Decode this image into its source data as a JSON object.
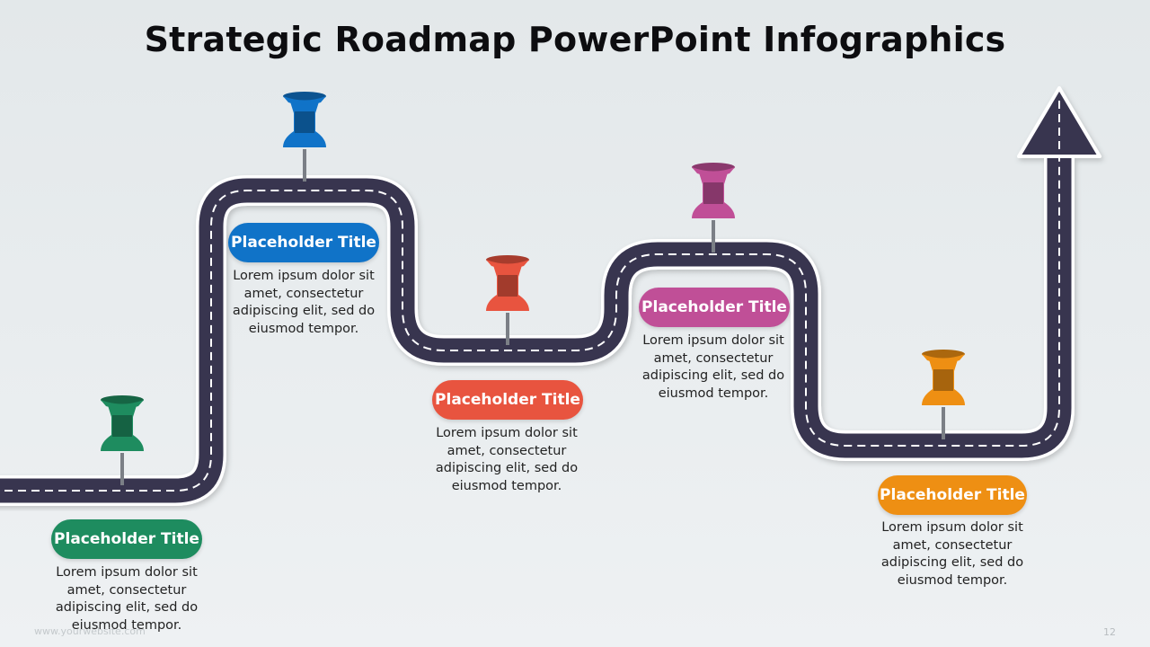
{
  "title": "Strategic Roadmap PowerPoint Infographics",
  "milestones": [
    {
      "title": "Placeholder Title",
      "text": "Lorem ipsum dolor sit amet, consectetur adipiscing elit, sed do eiusmod tempor.",
      "color": "#1e8c5f"
    },
    {
      "title": "Placeholder Title",
      "text": "Lorem ipsum dolor sit amet, consectetur adipiscing elit, sed do eiusmod tempor.",
      "color": "#1073c8"
    },
    {
      "title": "Placeholder Title",
      "text": "Lorem ipsum dolor sit amet, consectetur adipiscing elit, sed do eiusmod tempor.",
      "color": "#e8543f"
    },
    {
      "title": "Placeholder Title",
      "text": "Lorem ipsum dolor sit amet, consectetur adipiscing elit, sed do eiusmod tempor.",
      "color": "#c04f97"
    },
    {
      "title": "Placeholder Title",
      "text": "Lorem ipsum dolor sit amet, consectetur adipiscing elit, sed do eiusmod tempor.",
      "color": "#ee8f13"
    }
  ],
  "road_color": "#383550",
  "pin_icon": "push-pin-icon",
  "arrow_icon": "arrow-up-icon",
  "footer": {
    "website": "www.yourwebsite.com",
    "page_number": "12"
  }
}
